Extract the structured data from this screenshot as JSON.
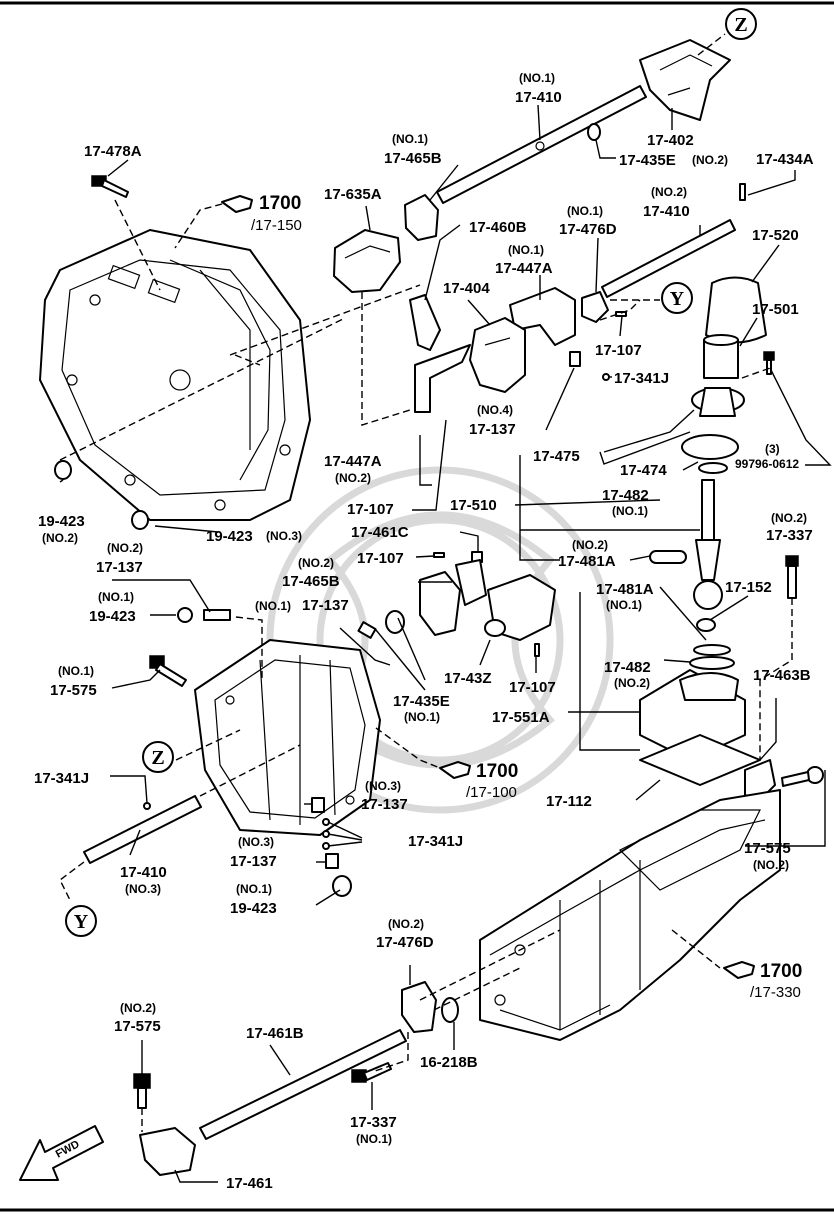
{
  "labels": {
    "p17_478A": "17-478A",
    "p17_465B_no1_tag": "(NO.1)",
    "p17_465B_no1": "17-465B",
    "p17_410_no1_tag": "(NO.1)",
    "p17_410_no1": "17-410",
    "p17_402": "17-402",
    "p17_435E_no2": "17-435E",
    "p17_435E_no2_tag": "(NO.2)",
    "p17_434A": "17-434A",
    "p1700_a": "1700",
    "p1700_a_sub": "/17-150",
    "p17_635A": "17-635A",
    "p17_460B": "17-460B",
    "p17_476D_no1_tag": "(NO.1)",
    "p17_476D_no1": "17-476D",
    "p17_410_no2_tag": "(NO.2)",
    "p17_410_no2": "17-410",
    "p17_520": "17-520",
    "p17_447A_no1_tag": "(NO.1)",
    "p17_447A_no1": "17-447A",
    "p17_404": "17-404",
    "p17_501": "17-501",
    "p17_107_a": "17-107",
    "p17_341J_a": "17-341J",
    "p17_137_no4_tag": "(NO.4)",
    "p17_137_no4": "17-137",
    "p17_475": "17-475",
    "p17_474": "17-474",
    "p99796_tag": "(3)",
    "p99796": "99796-0612",
    "p17_447A_no2": "17-447A",
    "p17_447A_no2_tag": "(NO.2)",
    "p17_482_no1": "17-482",
    "p17_482_no1_tag": "(NO.1)",
    "p17_510": "17-510",
    "p17_107_b": "17-107",
    "p19_423_no2": "19-423",
    "p19_423_no2_tag": "(NO.2)",
    "p19_423_no3": "19-423",
    "p19_423_no3_tag": "(NO.3)",
    "p17_461C": "17-461C",
    "p17_107_c": "17-107",
    "p17_481A_no2_tag": "(NO.2)",
    "p17_481A_no2": "17-481A",
    "p17_337_no2_tag": "(NO.2)",
    "p17_337_no2": "17-337",
    "p17_137_no2_tag": "(NO.2)",
    "p17_137_no2": "17-137",
    "p17_465B_no2_tag": "(NO.2)",
    "p17_465B_no2": "17-465B",
    "p17_481A_no1": "17-481A",
    "p17_481A_no1_tag": "(NO.1)",
    "p17_152": "17-152",
    "p19_423_no1_tag": "(NO.1)",
    "p19_423_no1": "19-423",
    "p17_137_no1_tag": "(NO.1)",
    "p17_137_no1": "17-137",
    "p17_575_no1_tag": "(NO.1)",
    "p17_575_no1": "17-575",
    "p17_43Z": "17-43Z",
    "p17_107_d": "17-107",
    "p17_482_no2": "17-482",
    "p17_482_no2_tag": "(NO.2)",
    "p17_463B": "17-463B",
    "p17_435E_no1": "17-435E",
    "p17_435E_no1_tag": "(NO.1)",
    "p17_551A": "17-551A",
    "p17_341J_b": "17-341J",
    "p1700_b": "1700",
    "p1700_b_sub": "/17-100",
    "p17_137_no3a_tag": "(NO.3)",
    "p17_137_no3a": "17-137",
    "p17_112": "17-112",
    "p17_341J_c": "17-341J",
    "p17_137_no3b_tag": "(NO.3)",
    "p17_137_no3b": "17-137",
    "p17_410_no3": "17-410",
    "p17_410_no3_tag": "(NO.3)",
    "p17_575_no2": "17-575",
    "p17_575_no2_tag": "(NO.2)",
    "p19_423_no1b_tag": "(NO.1)",
    "p19_423_no1b": "19-423",
    "p17_476D_no2_tag": "(NO.2)",
    "p17_476D_no2": "17-476D",
    "p1700_c": "1700",
    "p1700_c_sub": "/17-330",
    "p17_575_no2b_tag": "(NO.2)",
    "p17_575_no2b": "17-575",
    "p17_461B": "17-461B",
    "p16_218B": "16-218B",
    "p17_337_no1": "17-337",
    "p17_337_no1_tag": "(NO.1)",
    "p17_461": "17-461",
    "fwd": "FWD"
  },
  "callouts": {
    "z": "Z",
    "y": "Y"
  },
  "colors": {
    "line": "#000000",
    "background": "#ffffff",
    "watermark": "#d9d9d9"
  }
}
